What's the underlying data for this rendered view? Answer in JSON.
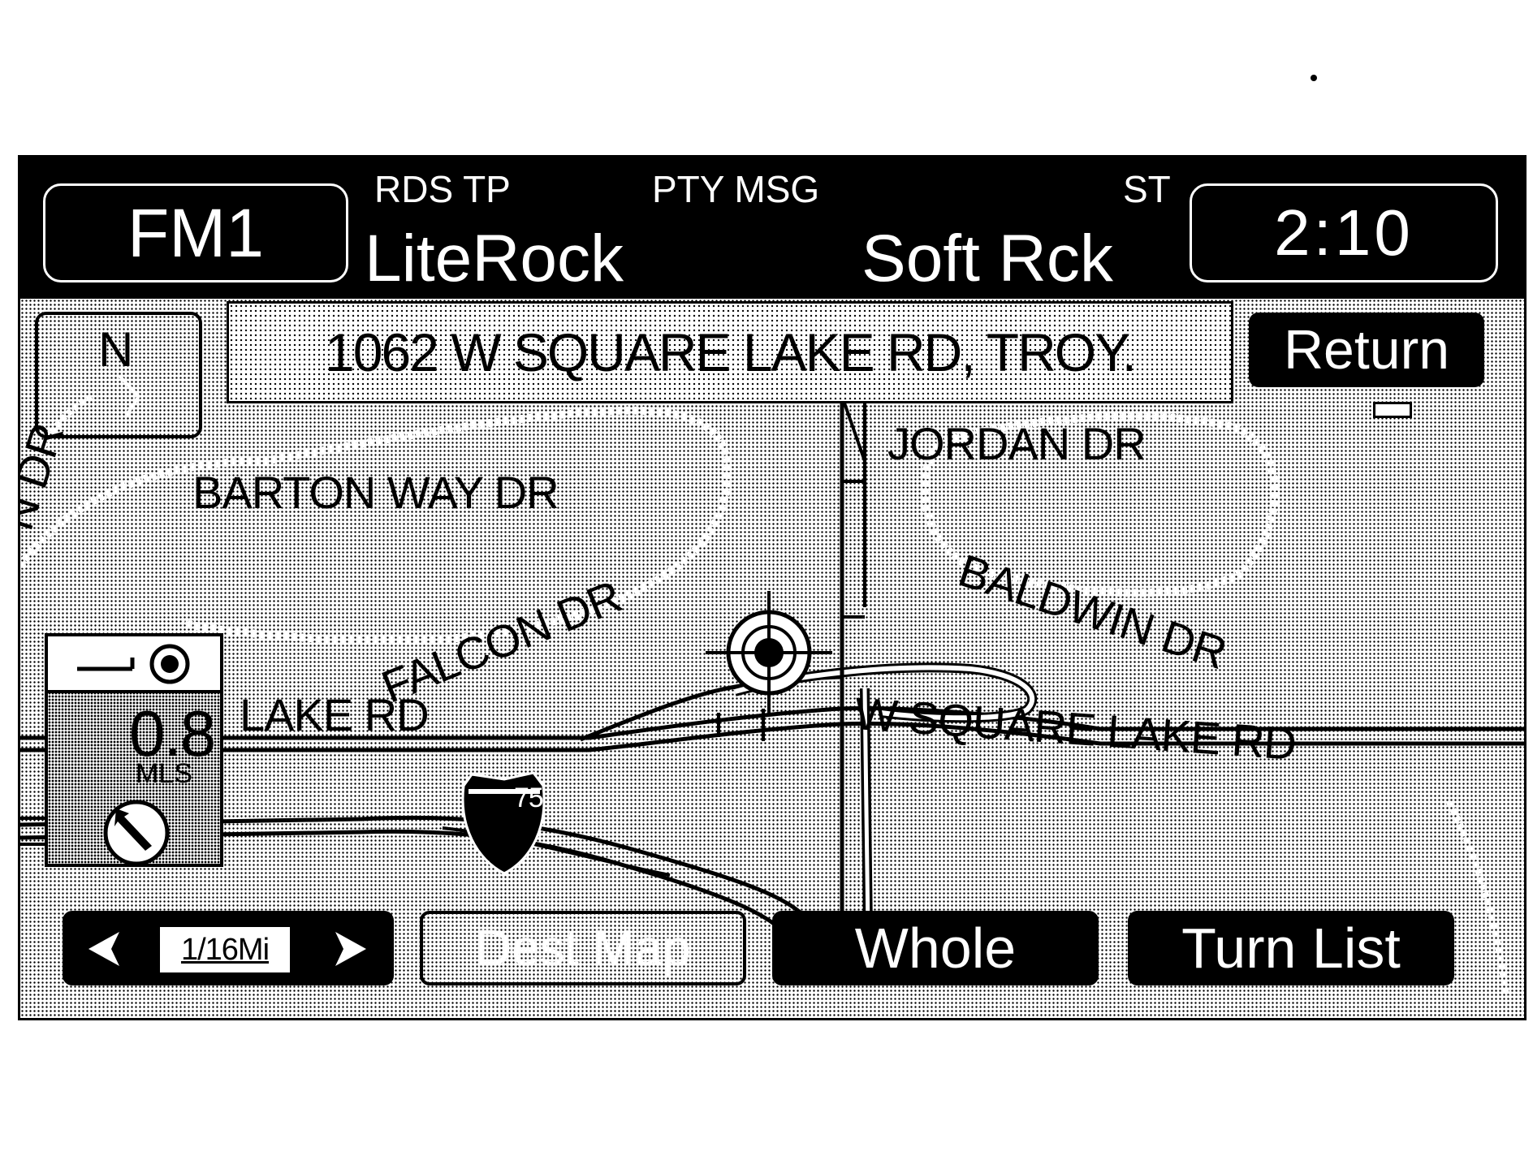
{
  "header": {
    "band": "FM1",
    "rds_indicator": "RDS TP",
    "pty_indicator": "PTY MSG",
    "stereo_indicator": "ST",
    "station_name": "LiteRock",
    "program_type": "Soft Rck",
    "clock": "2:10"
  },
  "map": {
    "address": "1062 W SQUARE LAKE RD, TROY.",
    "north_label": "N",
    "return_label": "Return",
    "streets": {
      "partial_left": "N DR",
      "barton": "BARTON WAY DR",
      "jordan": "JORDAN DR",
      "falcon": "FALCON DR",
      "baldwin": "BALDWIN DR",
      "lake": "LAKE RD",
      "w_square_lake": "W SQUARE LAKE RD"
    },
    "highway_shield": "75"
  },
  "guidance": {
    "distance": "0.8",
    "unit": "MLS"
  },
  "bottom": {
    "zoom_scale": "1/16Mi",
    "dest_map_label": "Dest Map",
    "whole_label": "Whole",
    "turn_list_label": "Turn List"
  }
}
